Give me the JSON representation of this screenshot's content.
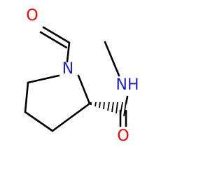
{
  "molecule": {
    "atoms": {
      "o_top": {
        "label": "O",
        "color": "#ff0000"
      },
      "n_ring": {
        "label": "N",
        "color": "#1f1fc8"
      },
      "n_amide": {
        "label": "NH",
        "color": "#1f1fc8"
      },
      "o_bottom": {
        "label": "O",
        "color": "#ff0000"
      }
    },
    "bond_color": "#000000"
  }
}
